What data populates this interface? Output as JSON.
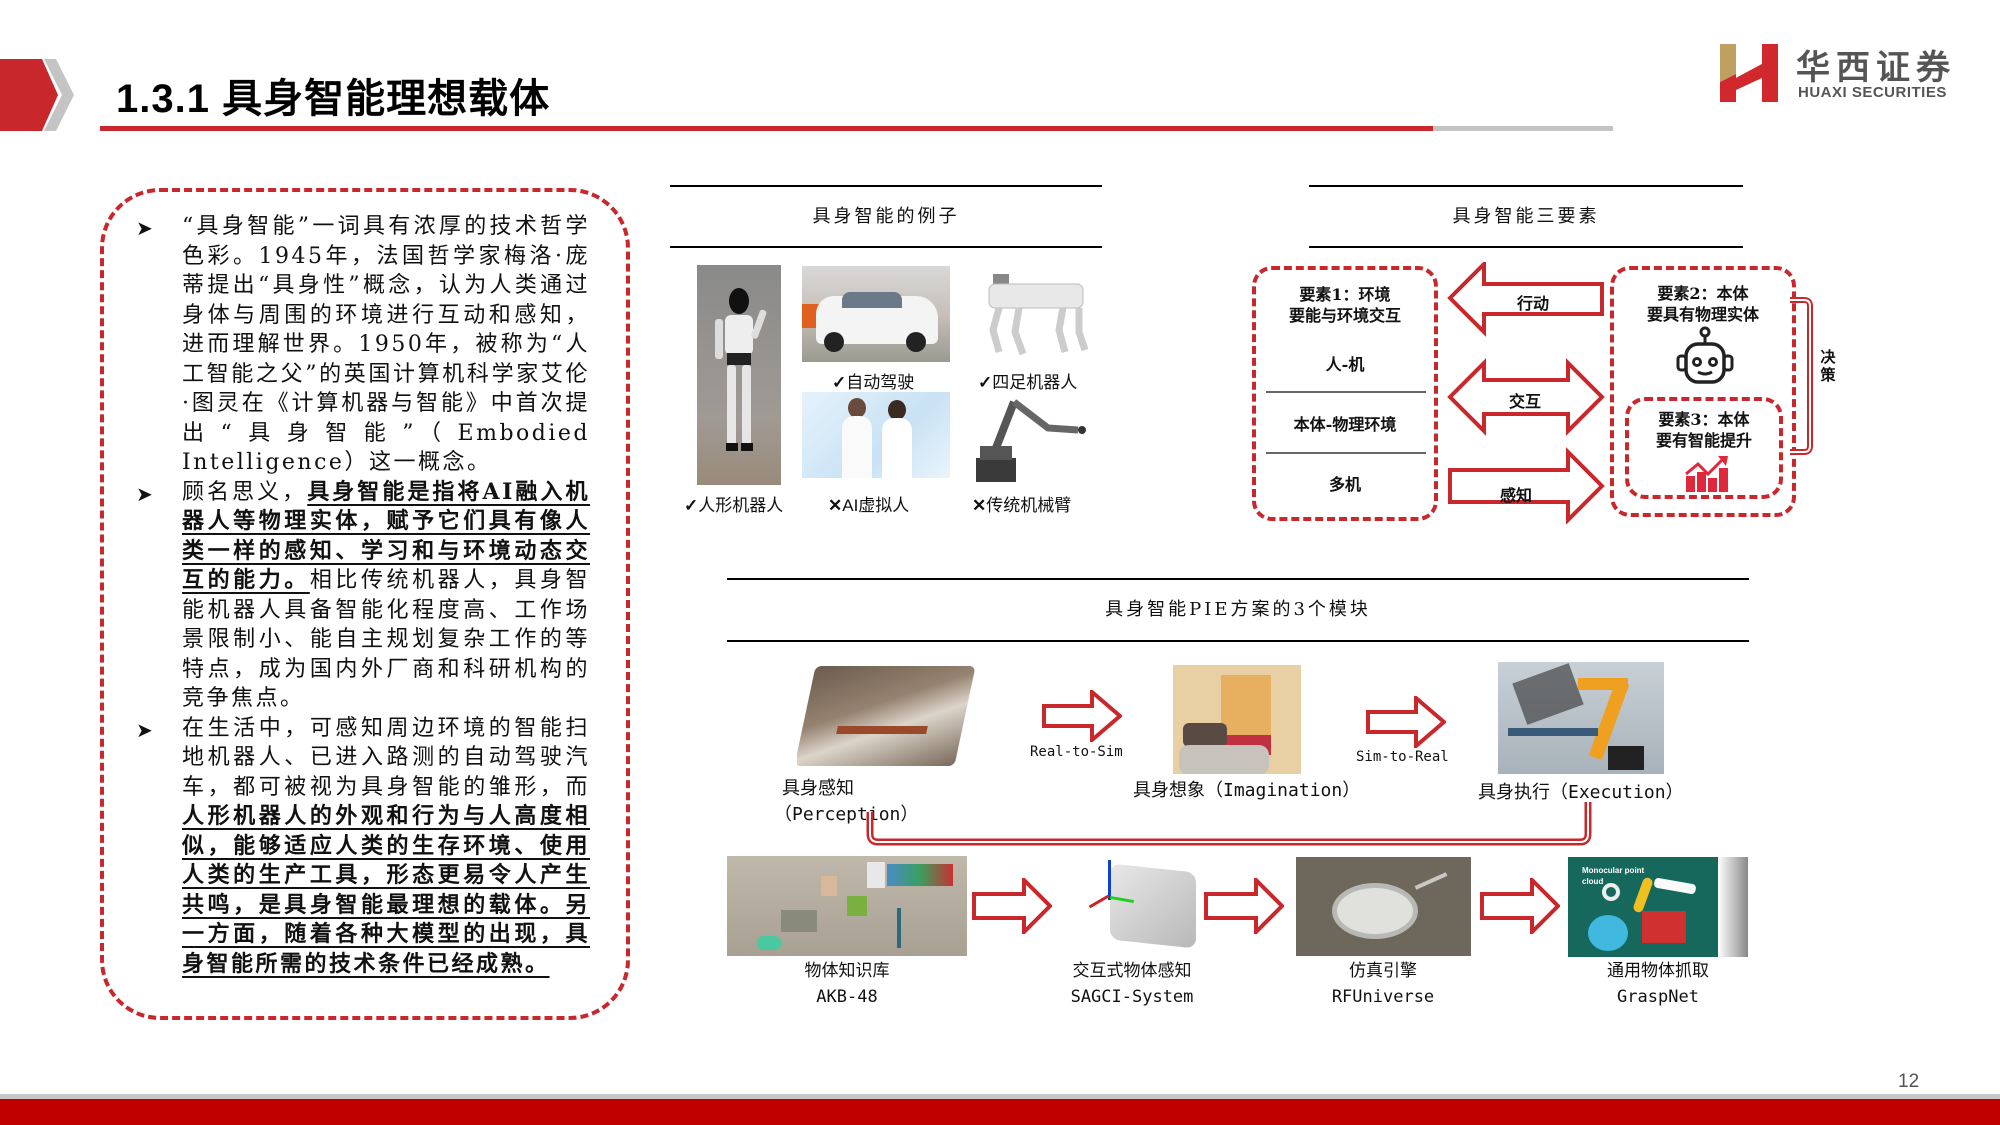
{
  "header": {
    "title": "1.3.1 具身智能理想载体",
    "accent_color": "#c8282c",
    "logo": {
      "cn": "华西证券",
      "en": "HUAXI SECURITIES"
    }
  },
  "left_panel": {
    "bullets": [
      {
        "plain_before": "“具身智能”一词具有浓厚的技术哲学色彩。1945年，法国哲学家梅洛·庞蒂提出“具身性”概念，认为人类通过身体与周围的环境进行互动和感知，进而理解世界。1950年，被称为“人工智能之父”的英国计算机科学家艾伦·图灵在《计算机器与智能》中首次提出“具身智能”（Embodied Intelligence）这一概念。",
        "emphasis": "",
        "plain_after": ""
      },
      {
        "plain_before": "顾名思义，",
        "emphasis": "具身智能是指将AI融入机器人等物理实体，赋予它们具有像人类一样的感知、学习和与环境动态交互的能力。",
        "plain_after": "相比传统机器人，具身智能机器人具备智能化程度高、工作场景限制小、能自主规划复杂工作的等特点，成为国内外厂商和科研机构的竞争焦点。"
      },
      {
        "plain_before": "在生活中，可感知周边环境的智能扫地机器人、已进入路测的自动驾驶汽车，都可被视为具身智能的雏形，而",
        "emphasis": "人形机器人的外观和行为与人高度相似，能够适应人类的生存环境、使用人类的生产工具，形态更易令人产生共鸣，是具身智能最理想的载体。另一方面，随着各种大模型的出现，具身智能所需的技术条件已经成熟。",
        "plain_after": ""
      }
    ]
  },
  "examples": {
    "title": "具身智能的例子",
    "items": [
      {
        "mark": "✓",
        "label": "人形机器人",
        "valid": true
      },
      {
        "mark": "✓",
        "label": "自动驾驶",
        "valid": true
      },
      {
        "mark": "✓",
        "label": "四足机器人",
        "valid": true
      },
      {
        "mark": "✕",
        "label": "AI虚拟人",
        "valid": false
      },
      {
        "mark": "✕",
        "label": "传统机械臂",
        "valid": false
      }
    ]
  },
  "three_elements": {
    "title": "具身智能三要素",
    "element1": {
      "title": "要素1：环境",
      "subtitle": "要能与环境交互",
      "rows": [
        "人-机",
        "本体-物理环境",
        "多机"
      ]
    },
    "element2": {
      "title": "要素2：本体",
      "subtitle": "要具有物理实体"
    },
    "element3": {
      "title": "要素3：本体",
      "subtitle": "要有智能提升"
    },
    "arrows": {
      "action": "行动",
      "interact": "交互",
      "perceive": "感知"
    },
    "decision": "决策"
  },
  "pie": {
    "title": "具身智能PIE方案的3个模块",
    "modules": [
      {
        "label": "具身感知",
        "en": "（Perception）"
      },
      {
        "label": "具身想象（Imagination）"
      },
      {
        "label": "具身执行（Execution）"
      }
    ],
    "transitions": [
      "Real-to-Sim",
      "Sim-to-Real"
    ],
    "tools": [
      {
        "cn": "物体知识库",
        "en": "AKB-48"
      },
      {
        "cn": "交互式物体感知",
        "en": "SAGCI-System"
      },
      {
        "cn": "仿真引擎",
        "en": "RFUniverse"
      },
      {
        "cn": "通用物体抓取",
        "en": "GraspNet"
      }
    ],
    "grasp_overlay": [
      "Monocular point",
      "cloud"
    ]
  },
  "footer": {
    "page_number": "12"
  }
}
